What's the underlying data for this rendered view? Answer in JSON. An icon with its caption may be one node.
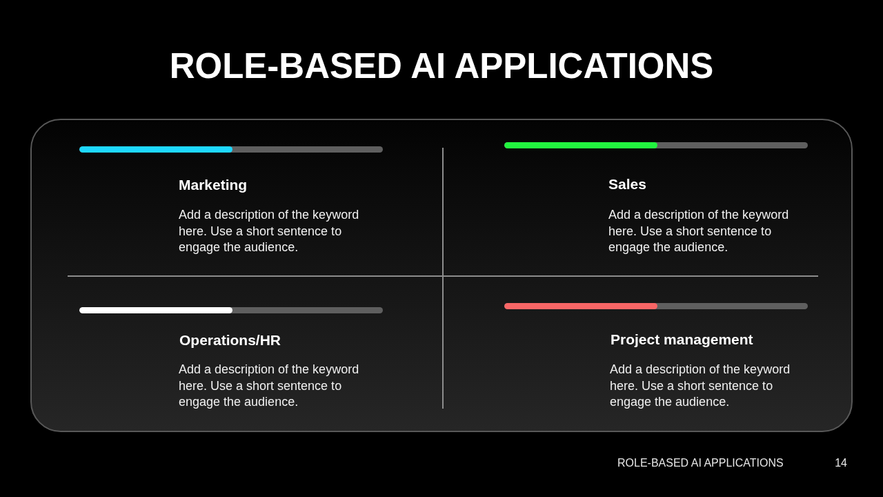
{
  "diagram": {
    "title": "ROLE-BASED AI APPLICATIONS",
    "nodes": [
      {
        "text": [],
        "shape": "box"
      },
      {
        "text": [
          "Marketing",
          "Add a description of the keyword here. Use a short sentence to engage the audience."
        ],
        "in": 0
      },
      {
        "text": [
          "Sales",
          "Add a description of the keyword here. Use a short sentence to engage the audience."
        ],
        "in": 0
      },
      {
        "text": [
          "Operations/HR",
          "Add a description of the keyword here. Use a short sentence to engage the audience."
        ],
        "in": 0
      },
      {
        "text": [
          "Project management",
          "Add a description of the keyword here. Use a short sentence to engage the audience."
        ],
        "in": 0
      }
    ],
    "labels": [
      "ROLE-BASED AI APPLICATIONS",
      "14"
    ]
  }
}
